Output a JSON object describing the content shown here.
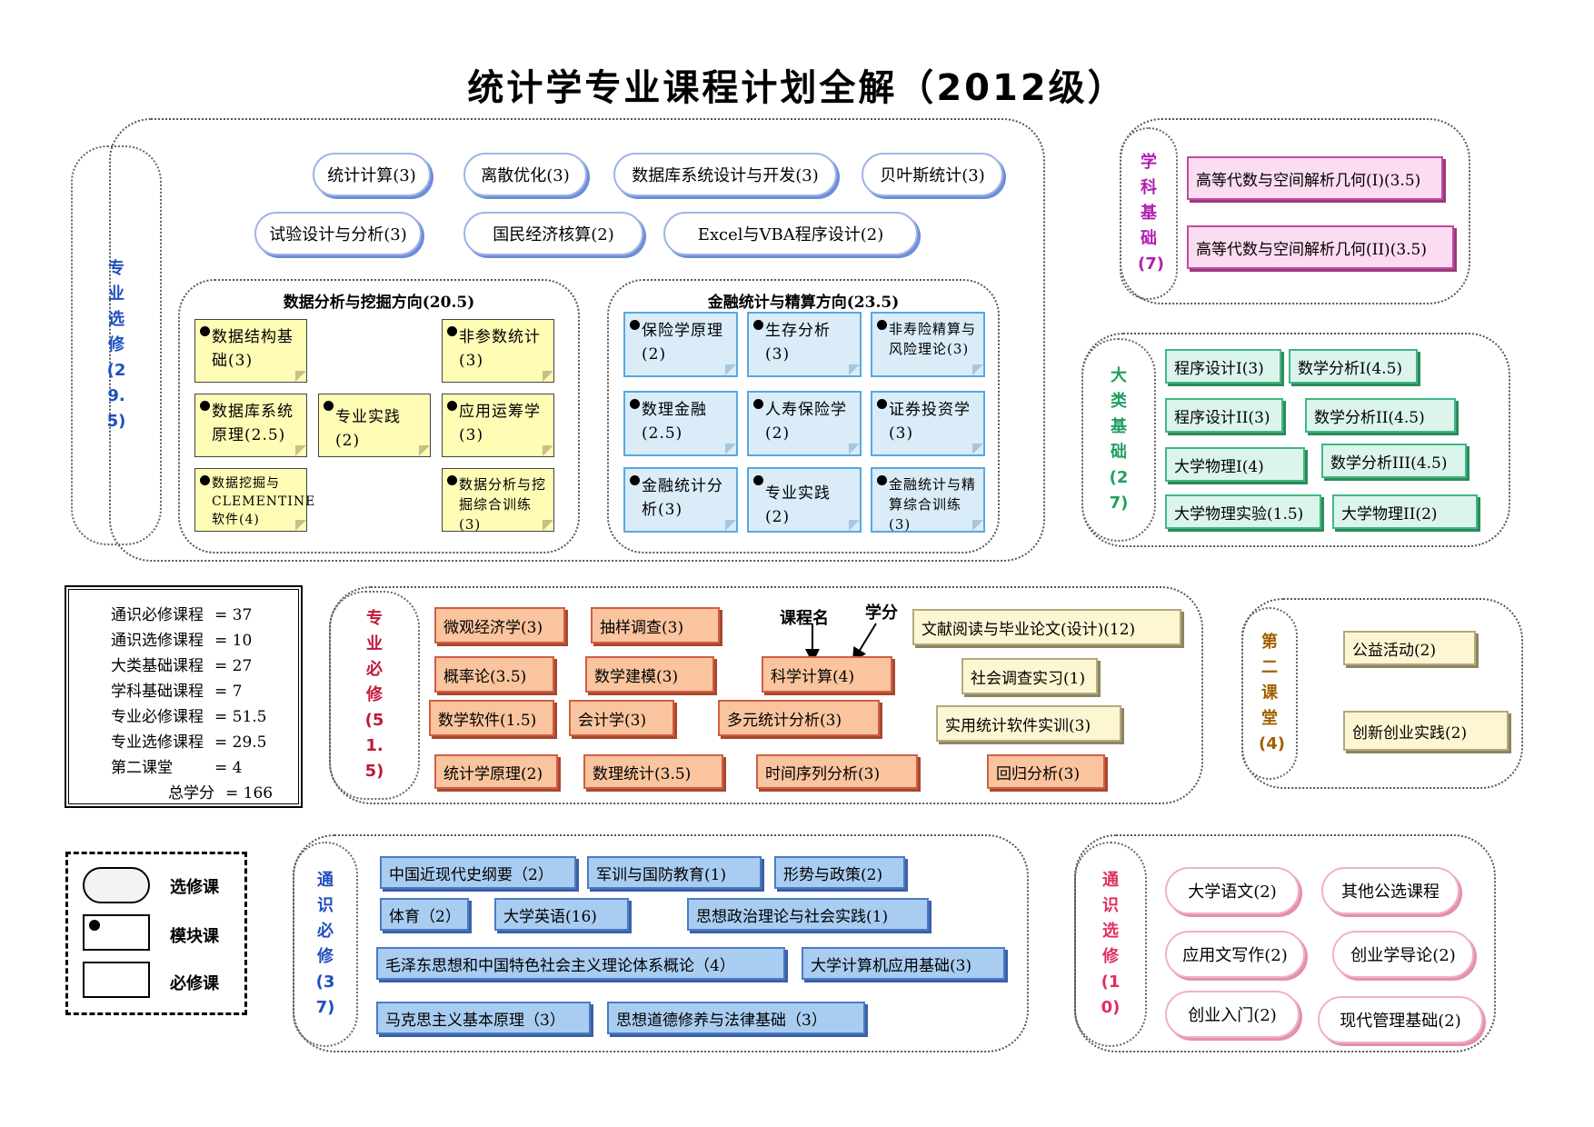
{
  "title": "统计学专业课程计划全解（2012级）",
  "colors": {
    "accent_blue": "#1f4fbf",
    "major_required": "#c2183a",
    "subject": "#b020b0",
    "broad": "#20a060",
    "general_elective": "#e03060",
    "second": "#a06000"
  },
  "zhuanye_xuanxiu": {
    "tab": "专业选修(29.5)",
    "electives": [
      "统计计算(3)",
      "离散优化(3)",
      "数据库系统设计与开发(3)",
      "贝叶斯统计(3)",
      "试验设计与分析(3)",
      "国民经济核算(2)",
      "Excel与VBA程序设计(2)"
    ],
    "direction1": {
      "title": "数据分析与挖掘方向(20.5)",
      "modules": [
        "数据结构基础(3)",
        "非参数统计(3)",
        "数据库系统原理(2.5)",
        "专业实践(2)",
        "应用运筹学(3)",
        "数据挖掘与CLEMENTINE软件(4)",
        "数据分析与挖掘综合训练(3)"
      ]
    },
    "direction2": {
      "title": "金融统计与精算方向(23.5)",
      "modules": [
        "保险学原理(2)",
        "生存分析(3)",
        "非寿险精算与风险理论(3)",
        "数理金融(2.5)",
        "人寿保险学(2)",
        "证券投资学(3)",
        "金融统计分析(3)",
        "专业实践(2)",
        "金融统计与精算综合训练(3)"
      ]
    }
  },
  "xueke_jichu": {
    "tab": "学科基础(7)",
    "courses": [
      "高等代数与空间解析几何(I)(3.5)",
      "高等代数与空间解析几何(II)(3.5)"
    ]
  },
  "dalei_jichu": {
    "tab": "大类基础(27)",
    "courses": [
      "程序设计I(3)",
      "数学分析I(4.5)",
      "程序设计II(3)",
      "数学分析II(4.5)",
      "大学物理I(4)",
      "数学分析III(4.5)",
      "大学物理实验(1.5)",
      "大学物理II(2)"
    ]
  },
  "summary": {
    "rows": [
      {
        "label": "通识必修课程",
        "value": "= 37"
      },
      {
        "label": "通识选修课程",
        "value": "= 10"
      },
      {
        "label": "大类基础课程",
        "value": "= 27"
      },
      {
        "label": "学科基础课程",
        "value": "= 7"
      },
      {
        "label": "专业必修课程",
        "value": "= 51.5"
      },
      {
        "label": "专业选修课程",
        "value": "= 29.5"
      },
      {
        "label": "第二课堂",
        "value": "= 4"
      }
    ],
    "total_label": "总学分",
    "total_value": "= 166"
  },
  "zhuanye_bixiu": {
    "tab": "专业必修(51.5)",
    "annotation_name": "课程名",
    "annotation_credit": "学分",
    "courses": [
      "微观经济学(3)",
      "抽样调查(3)",
      "概率论(3.5)",
      "数学建模(3)",
      "科学计算(4)",
      "数学软件(1.5)",
      "会计学(3)",
      "多元统计分析(3)",
      "统计学原理(2)",
      "数理统计(3.5)",
      "时间序列分析(3)",
      "回归分析(3)"
    ],
    "practice": [
      "文献阅读与毕业论文(设计)(12)",
      "社会调查实习(1)",
      "实用统计软件实训(3)"
    ]
  },
  "dier_ketang": {
    "tab": "第二课堂(4)",
    "courses": [
      "公益活动(2)",
      "创新创业实践(2)"
    ]
  },
  "legend": {
    "elective": "选修课",
    "module": "模块课",
    "required": "必修课"
  },
  "tongshi_bixiu": {
    "tab": "通识必修(37)",
    "courses": [
      "中国近现代史纲要（2）",
      "军训与国防教育(1)",
      "形势与政策(2)",
      "体育（2）",
      "大学英语(16)",
      "思想政治理论与社会实践(1)",
      "毛泽东思想和中国特色社会主义理论体系概论（4）",
      "大学计算机应用基础(3)",
      "马克思主义基本原理（3）",
      "思想道德修养与法律基础（3）"
    ]
  },
  "tongshi_xuanxiu": {
    "tab": "通识选修(10)",
    "courses": [
      "大学语文(2)",
      "其他公选课程",
      "应用文写作(2)",
      "创业学导论(2)",
      "创业入门(2)",
      "现代管理基础(2)"
    ]
  }
}
